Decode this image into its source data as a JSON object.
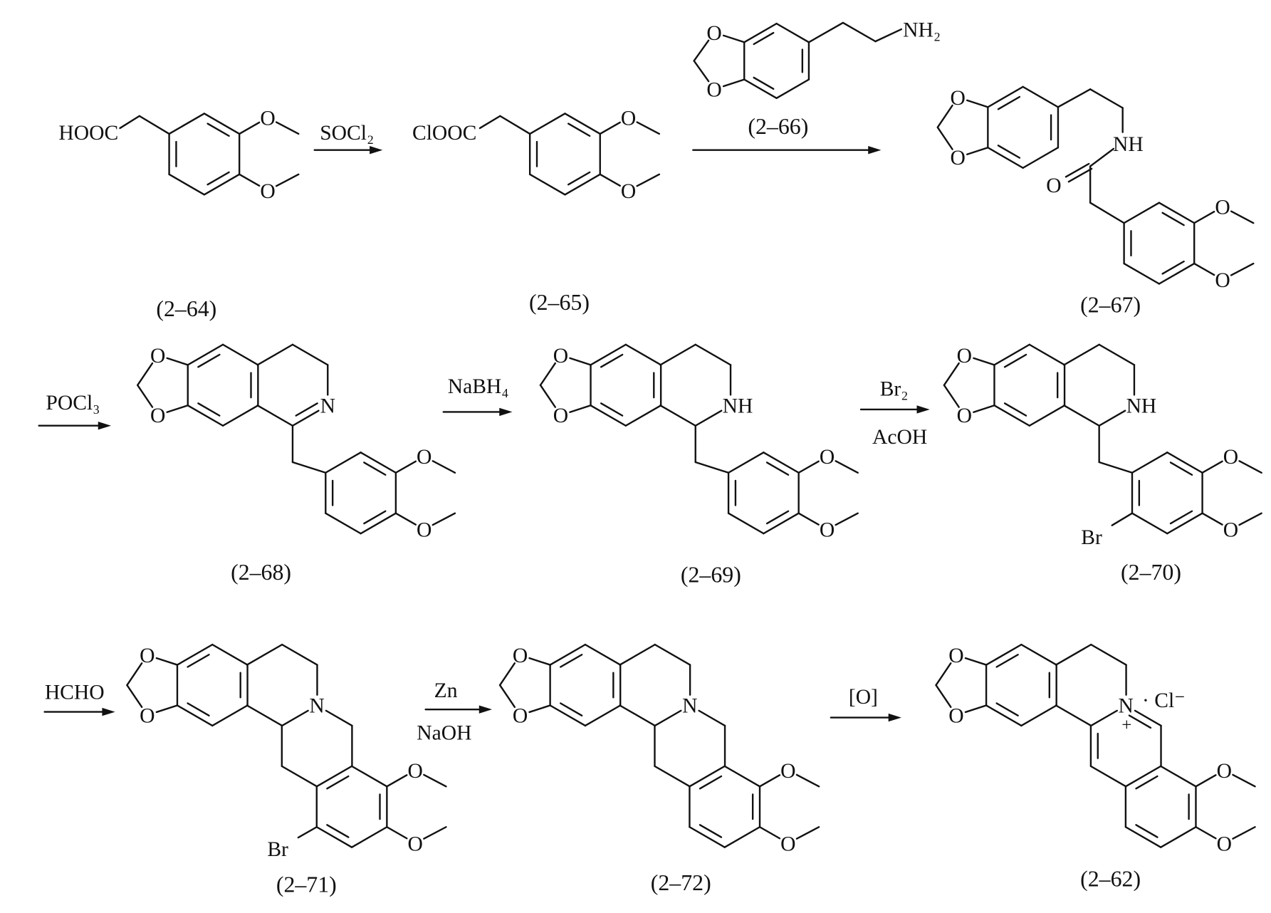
{
  "compounds": {
    "c2_64": "(2–64)",
    "c2_65": "(2–65)",
    "c2_66": "(2–66)",
    "c2_67": "(2–67)",
    "c2_68": "(2–68)",
    "c2_69": "(2–69)",
    "c2_70": "(2–70)",
    "c2_71": "(2–71)",
    "c2_72": "(2–72)",
    "c2_62": "(2–62)"
  },
  "reagents": {
    "socl2": "SOCl₂",
    "pocl3": "POCl₃",
    "nabh4": "NaBH₄",
    "br2": "Br₂",
    "acoh": "AcOH",
    "hcho": "HCHO",
    "zn": "Zn",
    "naoh": "NaOH",
    "oxidant": "[O]"
  },
  "groups": {
    "hooc": "HOOC",
    "clooc": "ClOOC",
    "nh2": "NH₂",
    "o": "O",
    "n": "N",
    "nh": "NH",
    "br": "Br",
    "plus": "+",
    "cl_salt": "· Cl⁻"
  }
}
